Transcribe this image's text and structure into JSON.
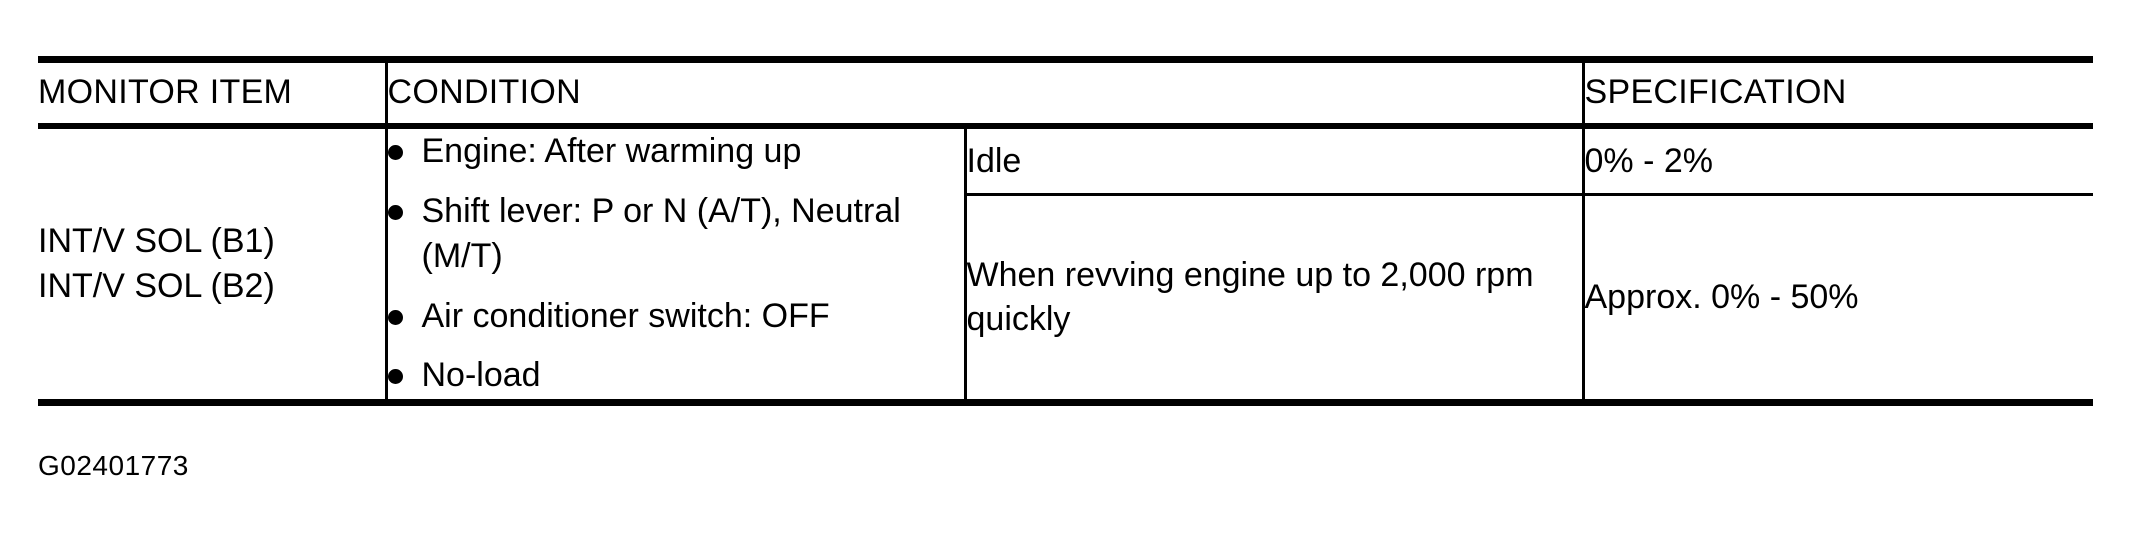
{
  "document": {
    "caption_code": "G02401773"
  },
  "table": {
    "headers": {
      "monitor_item": "MONITOR ITEM",
      "condition": "CONDITION",
      "specification": "SPECIFICATION"
    },
    "monitor_item": {
      "lines": [
        "INT/V SOL (B1)",
        "INT/V SOL (B2)"
      ]
    },
    "conditions": [
      "Engine: After warming up",
      "Shift lever: P or N (A/T), Neutral (M/T)",
      "Air conditioner switch: OFF",
      "No-load"
    ],
    "rows": [
      {
        "sub_condition": "Idle",
        "specification": "0% - 2%"
      },
      {
        "sub_condition": "When revving engine up to 2,000 rpm quickly",
        "specification": "Approx. 0% - 50%"
      }
    ]
  },
  "colors": {
    "rule": "#000000",
    "text": "#000000",
    "background": "#ffffff"
  }
}
